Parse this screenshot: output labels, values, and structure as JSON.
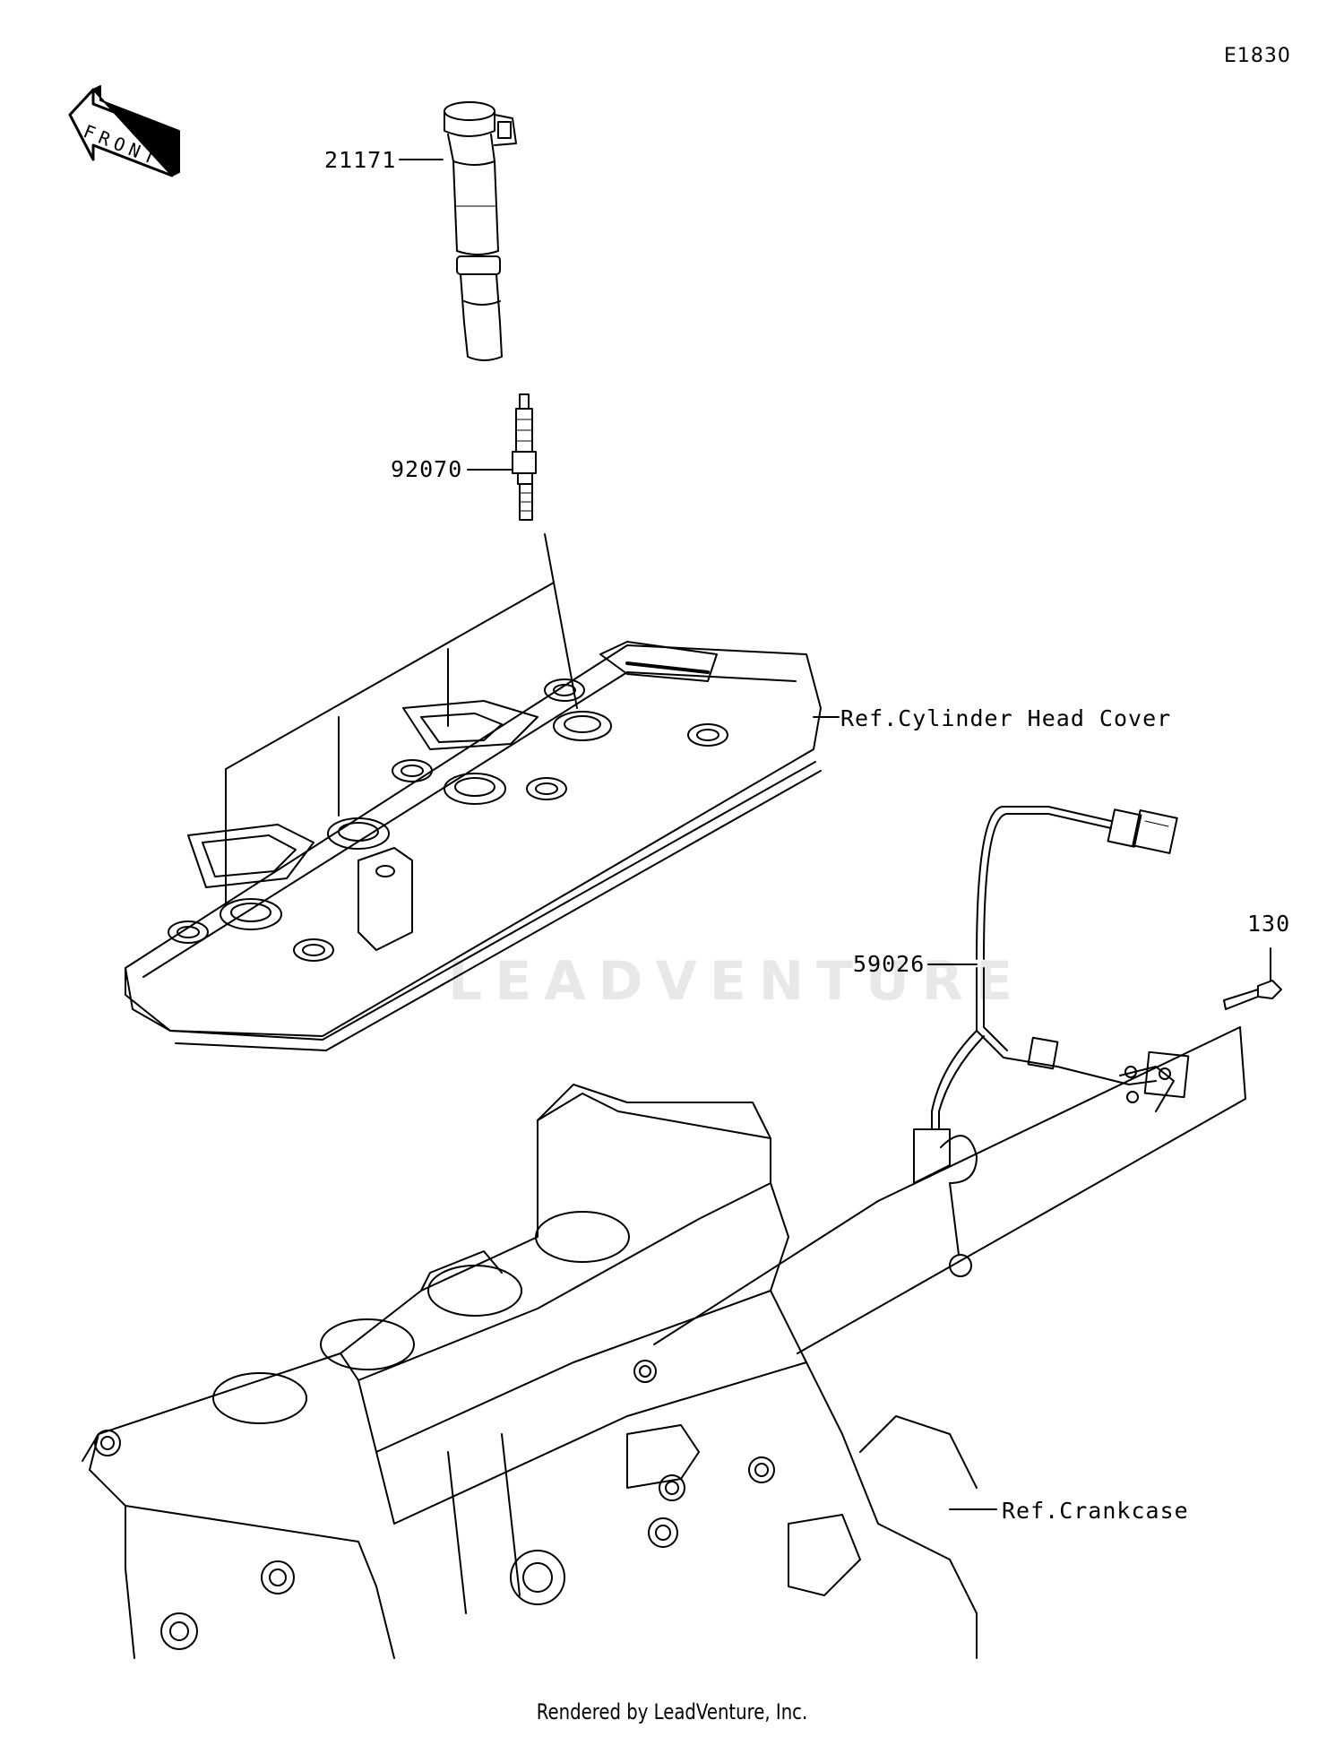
{
  "diagram_id": "E1830",
  "front_label": "FRONT",
  "parts": [
    {
      "number": "21171"
    },
    {
      "number": "92070"
    },
    {
      "number": "59026"
    },
    {
      "number": "130"
    }
  ],
  "references": {
    "cylinder_head_cover": "Ref.Cylinder Head Cover",
    "crankcase": "Ref.Crankcase"
  },
  "watermark": "LEADVENTURE",
  "footer": "Rendered by LeadVenture, Inc."
}
